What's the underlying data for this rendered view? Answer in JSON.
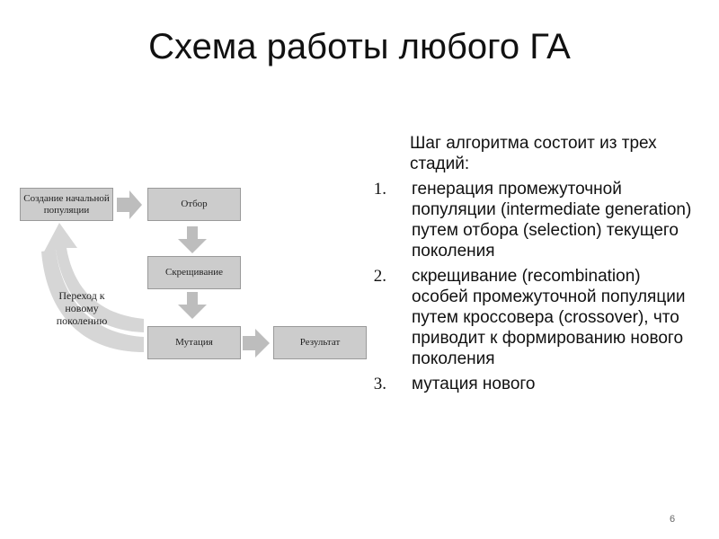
{
  "slide": {
    "title": "Схема работы любого ГА",
    "page_number": "6"
  },
  "diagram": {
    "boxes": {
      "init": "Создание начальной популяции",
      "selection": "Отбор",
      "crossing": "Скрещивание",
      "mutation": "Мутация",
      "result": "Результат"
    },
    "loop_label": "Переход к новому поколению"
  },
  "text": {
    "intro": "Шаг алгоритма состоит из трех стадий:",
    "steps": [
      {
        "num": "1.",
        "p1": "генерация промежуточной популяции (",
        "it1": "intermediate generation",
        "p2": ") путем отбора (",
        "it2": "selection",
        "p3": ") текущего поколения"
      },
      {
        "num": "2.",
        "p1": "скрещивание (",
        "it1": "recombination",
        "p2": ") особей промежуточной популяции путем ",
        "it2": "кроссовера",
        "p3": " (",
        "it3": "crossover",
        "p4": "), что приводит к формированию нового поколения"
      },
      {
        "num": "3.",
        "p1": "мутация нового"
      }
    ]
  }
}
